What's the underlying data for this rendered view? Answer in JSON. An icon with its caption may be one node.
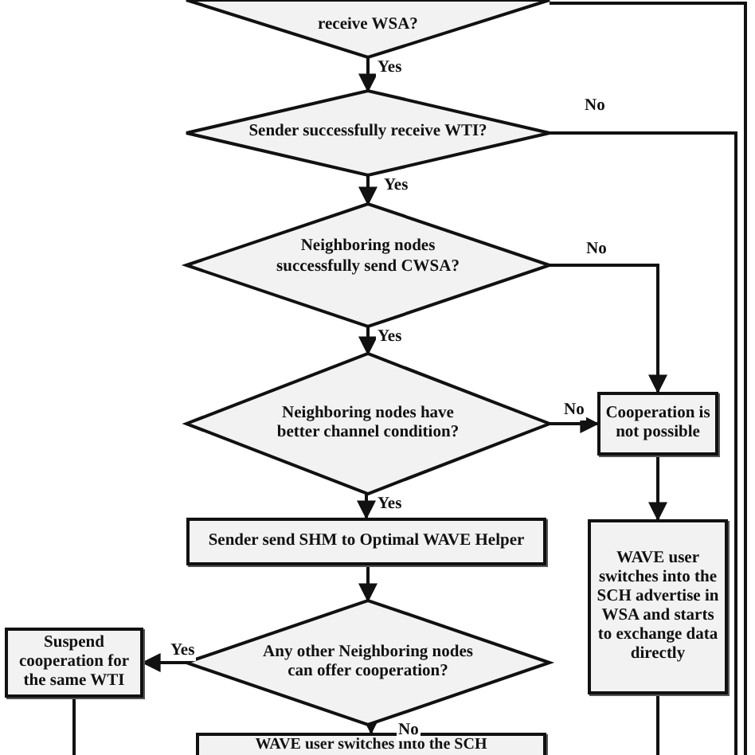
{
  "diagram": {
    "nodes": [
      {
        "text": [
          "receive WSA?"
        ]
      },
      {
        "text": [
          "Sender successfully receive WTI?"
        ]
      },
      {
        "text": [
          "Neighboring nodes successfully send CWSA?"
        ]
      },
      {
        "text": [
          "Neighboring nodes have better channel condition?"
        ]
      },
      {
        "text": [
          "Cooperation is not possible"
        ]
      },
      {
        "text": [
          "Sender send SHM to Optimal WAVE Helper"
        ]
      },
      {
        "text": [
          "Any other Neighboring nodes can offer cooperation?"
        ]
      },
      {
        "text": [
          "WAVE user switches into the SCH advertise in WSA and starts to exchange data directly"
        ]
      },
      {
        "text": [
          "Suspend cooperation for the same WTI"
        ]
      },
      {
        "text": [
          "WAVE user switches into the SCH"
        ]
      }
    ],
    "edges": [
      {
        "from": 0,
        "to": 1,
        "arrow": "to",
        "label": "Yes"
      },
      {
        "from": 0,
        "to": null,
        "arrow": "none"
      },
      {
        "from": 1,
        "to": 2,
        "arrow": "to",
        "label": "Yes"
      },
      {
        "from": 1,
        "to": null,
        "arrow": "none",
        "label": "No"
      },
      {
        "from": 2,
        "to": 3,
        "arrow": "to",
        "label": "Yes"
      },
      {
        "from": 2,
        "to": 4,
        "arrow": "to",
        "label": "No"
      },
      {
        "from": 3,
        "to": 4,
        "arrow": "to",
        "label": "No"
      },
      {
        "from": 3,
        "to": 5,
        "arrow": "to",
        "label": "Yes"
      },
      {
        "from": 4,
        "to": 7,
        "arrow": "to"
      },
      {
        "from": 5,
        "to": 6,
        "arrow": "to"
      },
      {
        "from": 6,
        "to": 8,
        "arrow": "to",
        "label": "Yes"
      },
      {
        "from": 6,
        "to": 9,
        "arrow": "to",
        "label": "No"
      },
      {
        "from": 8,
        "to": null,
        "arrow": "none"
      },
      {
        "from": 7,
        "to": null,
        "arrow": "none"
      }
    ]
  }
}
